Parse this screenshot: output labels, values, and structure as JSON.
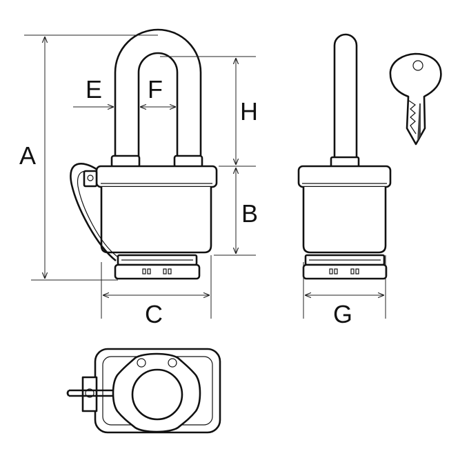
{
  "diagram": {
    "labels": {
      "A": "A",
      "B": "B",
      "C": "C",
      "E": "E",
      "F": "F",
      "G": "G",
      "H": "H"
    },
    "colors": {
      "line": "#111111",
      "background": "#ffffff"
    },
    "icons": [
      "key-icon"
    ]
  }
}
